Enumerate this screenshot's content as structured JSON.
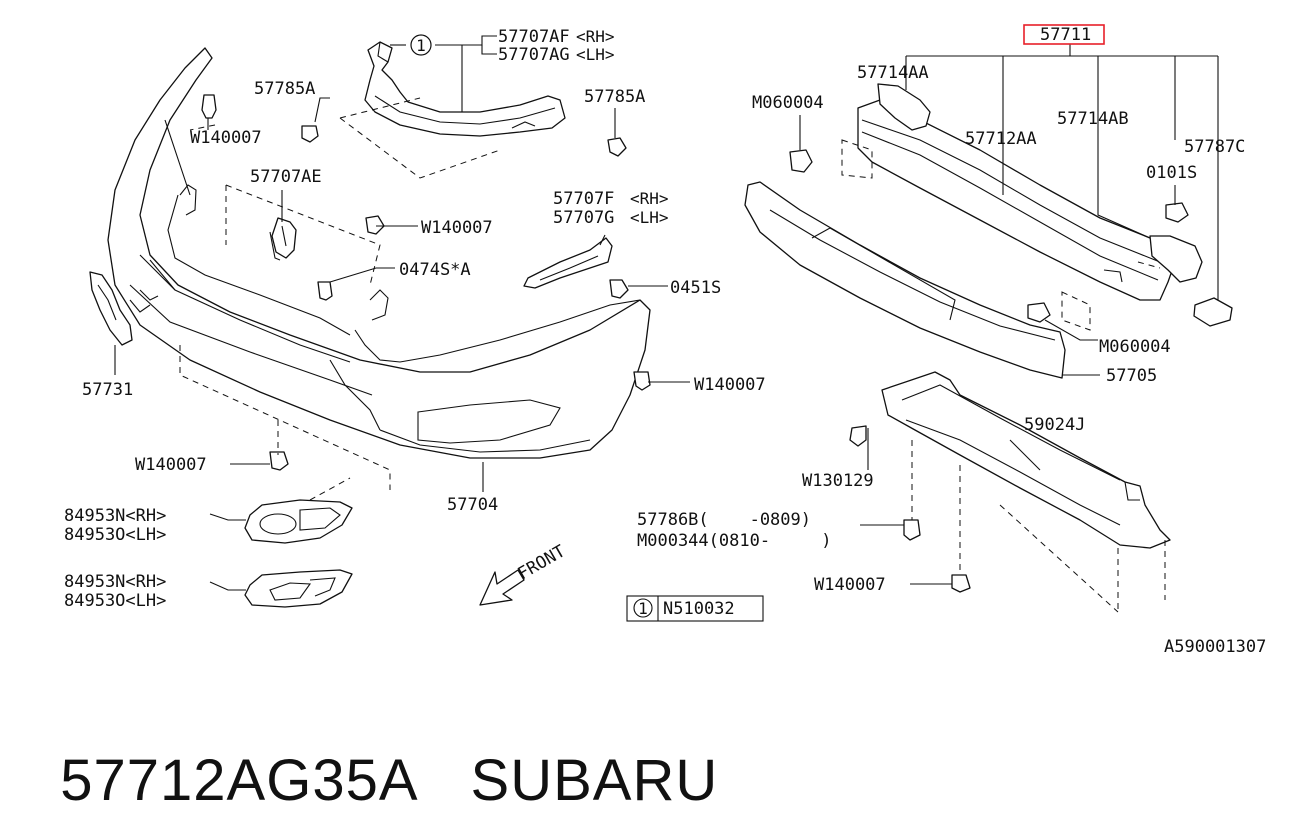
{
  "diagram": {
    "callouts": {
      "bracket_rh": "57707AF",
      "bracket_rh_side": "<RH>",
      "bracket_lh": "57707AG",
      "bracket_lh_side": "<LH>",
      "bolt_57785a_left": "57785A",
      "bolt_57785a_right": "57785A",
      "clip_w140007_top": "W140007",
      "bracket_57707ae": "57707AE",
      "clip_w140007_mid": "W140007",
      "screw_0474s": "0474S*A",
      "bracket_57707f": "57707F",
      "bracket_57707f_side": "<RH>",
      "bracket_57707g": "57707G",
      "bracket_57707g_side": "<LH>",
      "screw_0451s": "0451S",
      "clip_w140007_right": "W140007",
      "side_spacer": "57731",
      "clip_w140007_bottom": "W140007",
      "bumper_face": "57704",
      "fog_cover_a_rh": "84953N<RH>",
      "fog_cover_a_lh": "84953O<LH>",
      "fog_cover_b_rh": "84953N<RH>",
      "fog_cover_b_lh": "84953O<LH>",
      "front_arrow": "FRONT",
      "note_number": "1",
      "note_part": "N510032",
      "beam_assembly": "57711",
      "stay_57714aa": "57714AA",
      "bolt_m060004_top": "M060004",
      "beam_57712aa": "57712AA",
      "stay_57714ab": "57714AB",
      "bracket_57787c": "57787C",
      "bolt_0101s": "0101S",
      "bolt_m060004_bottom": "M060004",
      "absorber": "57705",
      "under_cover": "59024J",
      "clip_w130129": "W130129",
      "bolt_57786b": "57786B(    -0809)",
      "bolt_m000344": "M000344(0810-     )",
      "clip_w140007_under": "W140007",
      "figure_code": "A590001307"
    },
    "ref_circle": "1"
  },
  "caption": {
    "part_number": "57712AG35A",
    "brand": "SUBARU"
  },
  "colors": {
    "line": "#111111",
    "highlight": "#e8202a",
    "background": "#ffffff"
  }
}
